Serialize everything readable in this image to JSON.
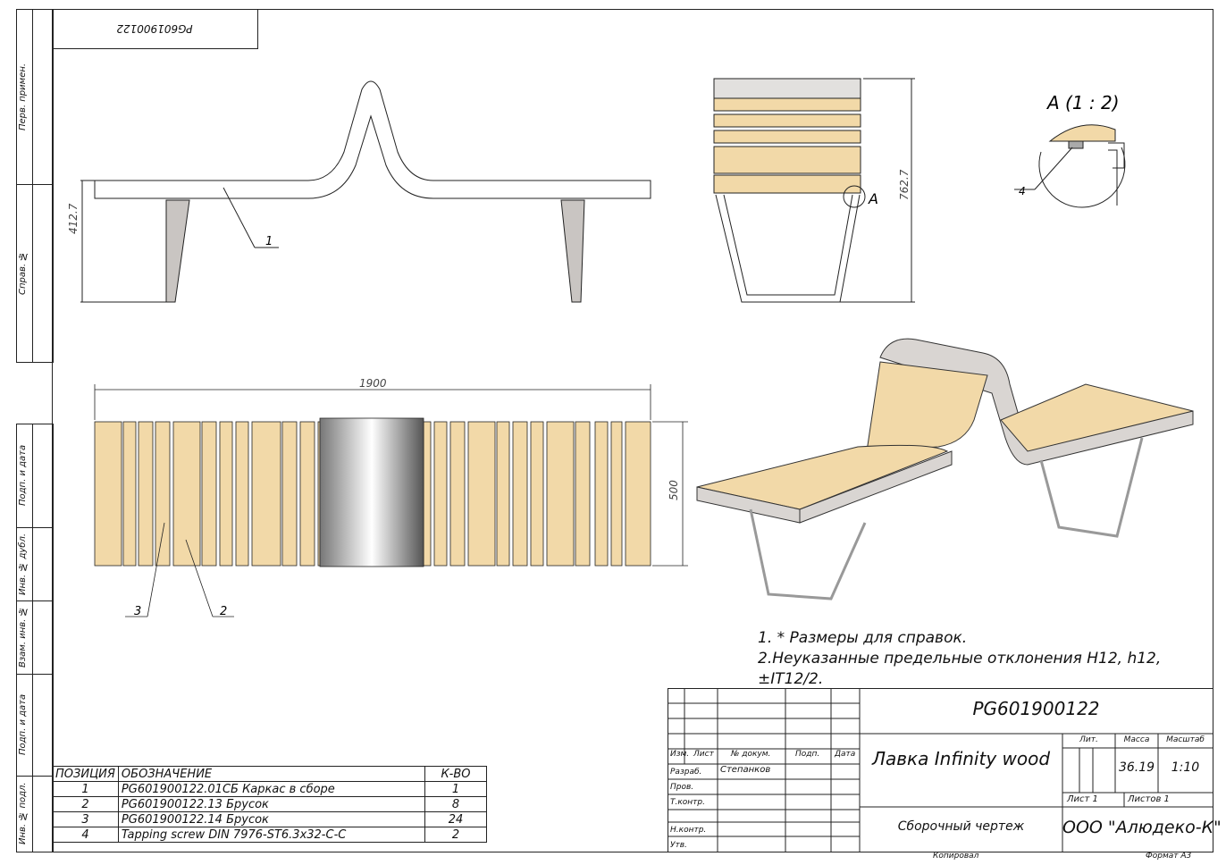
{
  "sidebar": {
    "labels": [
      "Перв. примен.",
      "Справ. №",
      "Подп. и дата",
      "Инв. № дубл.",
      "Взам. инв. №",
      "Подп. и дата",
      "Инв. № подл."
    ]
  },
  "corner_code": "PG601900122",
  "views": {
    "front": {
      "dim_height": "412.7",
      "callout": "1"
    },
    "side": {
      "dim_height": "762.7",
      "detail_marker": "А"
    },
    "detail": {
      "title": "А (1 : 2)",
      "callout": "4"
    },
    "top": {
      "dim_length": "1900",
      "dim_width": "500",
      "callouts": [
        "3",
        "2"
      ]
    }
  },
  "notes": [
    "1. * Размеры для справок.",
    "2.Неуказанные предельные отклонения H12, h12, ±IT12/2."
  ],
  "parts_table": {
    "headers": [
      "ПОЗИЦИЯ",
      "ОБОЗНАЧЕНИЕ",
      "К-ВО"
    ],
    "rows": [
      [
        "1",
        "PG601900122.01СБ Каркас в сборе",
        "1"
      ],
      [
        "2",
        "PG601900122.13 Брусок",
        "8"
      ],
      [
        "3",
        "PG601900122.14 Брусок",
        "24"
      ],
      [
        "4",
        "Tapping screw DIN 7976-ST6.3x32-C-C",
        "2"
      ]
    ]
  },
  "title_block": {
    "designation": "PG601900122",
    "name": "Лавка Infinity wood",
    "doc_type": "Сборочный чертеж",
    "company": "ООО \"Алюдеко-К\"",
    "col_headers": [
      "Изм.",
      "Лист",
      "№ докум.",
      "Подп.",
      "Дата"
    ],
    "roles": [
      "Разраб.",
      "Пров.",
      "Т.контр.",
      "",
      "Н.контр.",
      "Утв."
    ],
    "developer": "Степанков",
    "lit_label": "Лит.",
    "mass_label": "Масса",
    "scale_label": "Масштаб",
    "mass": "36.19",
    "scale": "1:10",
    "sheet": "Лист 1",
    "sheets": "Листов 1",
    "copied": "Копировал",
    "format": "Формат А3"
  },
  "colors": {
    "wood": "#f2d9a8",
    "metal": "#c9c5c2",
    "line": "#222222"
  }
}
